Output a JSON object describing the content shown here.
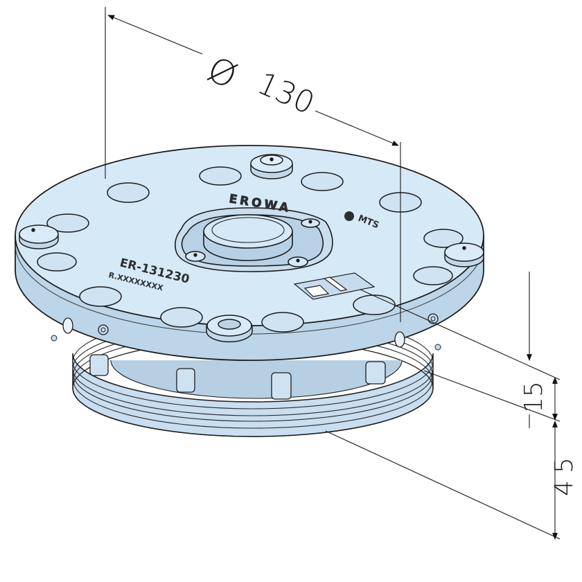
{
  "dimensions": {
    "diameter_symbol": "Ø",
    "diameter_value": "130",
    "height_top": "15",
    "height_bottom": "45"
  },
  "engraving": {
    "brand": "EROWA",
    "product": "MTS",
    "part_number": "ER-131230",
    "serial": "R.XXXXXXXX"
  },
  "colors": {
    "body": "#d3e6f4",
    "body_side": "#b9d2e6",
    "body_dark": "#9fbdd6",
    "outline": "#1c1c1c"
  }
}
